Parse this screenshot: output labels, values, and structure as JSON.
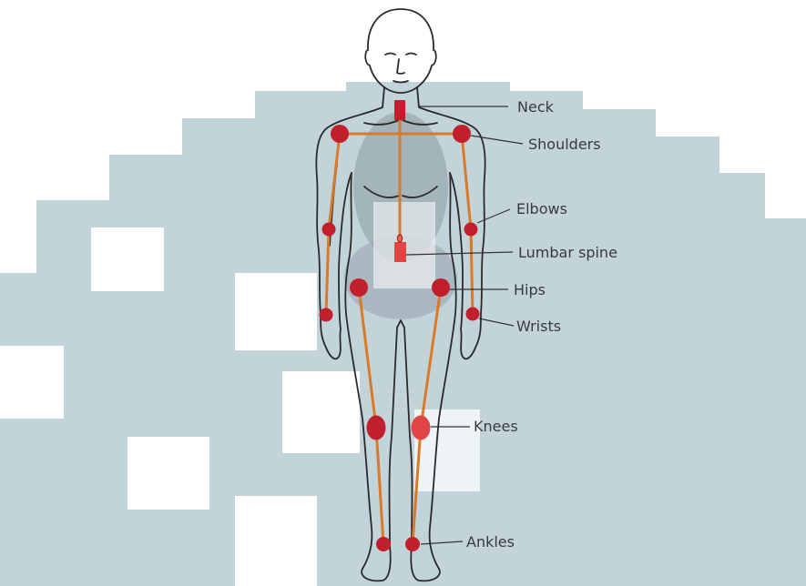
{
  "colors": {
    "background_blob": "#c3d3da",
    "bone": "#d77a2a",
    "joint": "#c21f2c",
    "joint_highlight": "#e24545",
    "torso_shade": "#9aa9b0",
    "outline": "#2a2a2a",
    "leader": "#333333"
  },
  "labels": {
    "neck": "Neck",
    "shoulders": "Shoulders",
    "elbows": "Elbows",
    "lumbar_spine": "Lumbar spine",
    "hips": "Hips",
    "wrists": "Wrists",
    "knees": "Knees",
    "ankles": "Ankles"
  }
}
